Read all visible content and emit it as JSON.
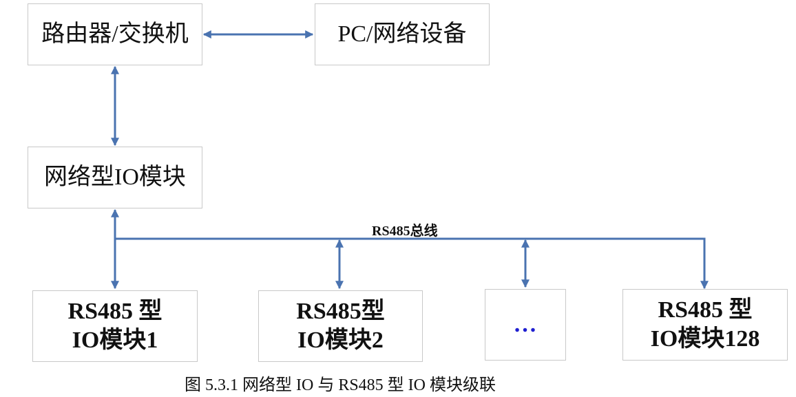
{
  "nodes": {
    "router": {
      "label": "路由器/交换机"
    },
    "pc": {
      "label": "PC/网络设备"
    },
    "net_io": {
      "label": "网络型IO模块"
    },
    "rs1": {
      "line1": "RS485 型",
      "line2": "IO模块1"
    },
    "rs2": {
      "line1": "RS485型",
      "line2": "IO模块2"
    },
    "ellipsis": {
      "label": "…"
    },
    "rs128": {
      "line1": "RS485 型",
      "line2": "IO模块128"
    }
  },
  "bus": {
    "label": "RS485总线"
  },
  "caption": "图  5.3.1  网络型 IO 与 RS485 型 IO 模块级联",
  "colors": {
    "connector": "#4a73b0",
    "box_border": "#c8c8c8",
    "ellipsis": "#1f1fd0"
  }
}
